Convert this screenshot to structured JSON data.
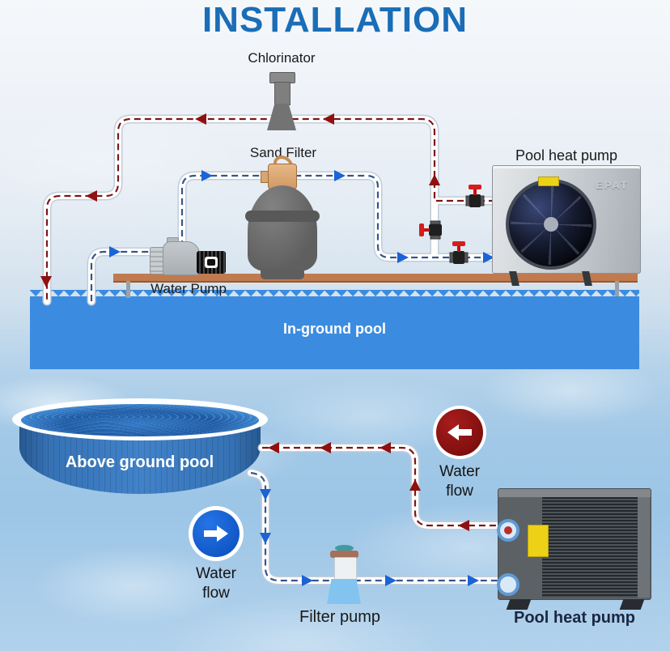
{
  "title": "INSTALLATION",
  "colors": {
    "title_blue": "#1a6db6",
    "pool_blue": "#3b8ce0",
    "hot_pipe_red": "#7d1517",
    "cold_pipe_blue": "#35568c",
    "badge_red": "#8c1414",
    "badge_blue": "#1161d8"
  },
  "top": {
    "chlorinator_label": "Chlorinator",
    "sand_filter_label": "Sand Filter",
    "water_pump_label": "Water Pump",
    "heat_pump_label": "Pool heat pump",
    "pool_label": "In-ground pool",
    "heat_pump_logo": "EPAT"
  },
  "bottom": {
    "pool_label": "Above ground pool",
    "return_flow_label": "Water flow",
    "supply_flow_label": "Water flow",
    "filter_pump_label": "Filter pump",
    "heat_pump_label": "Pool heat pump"
  }
}
